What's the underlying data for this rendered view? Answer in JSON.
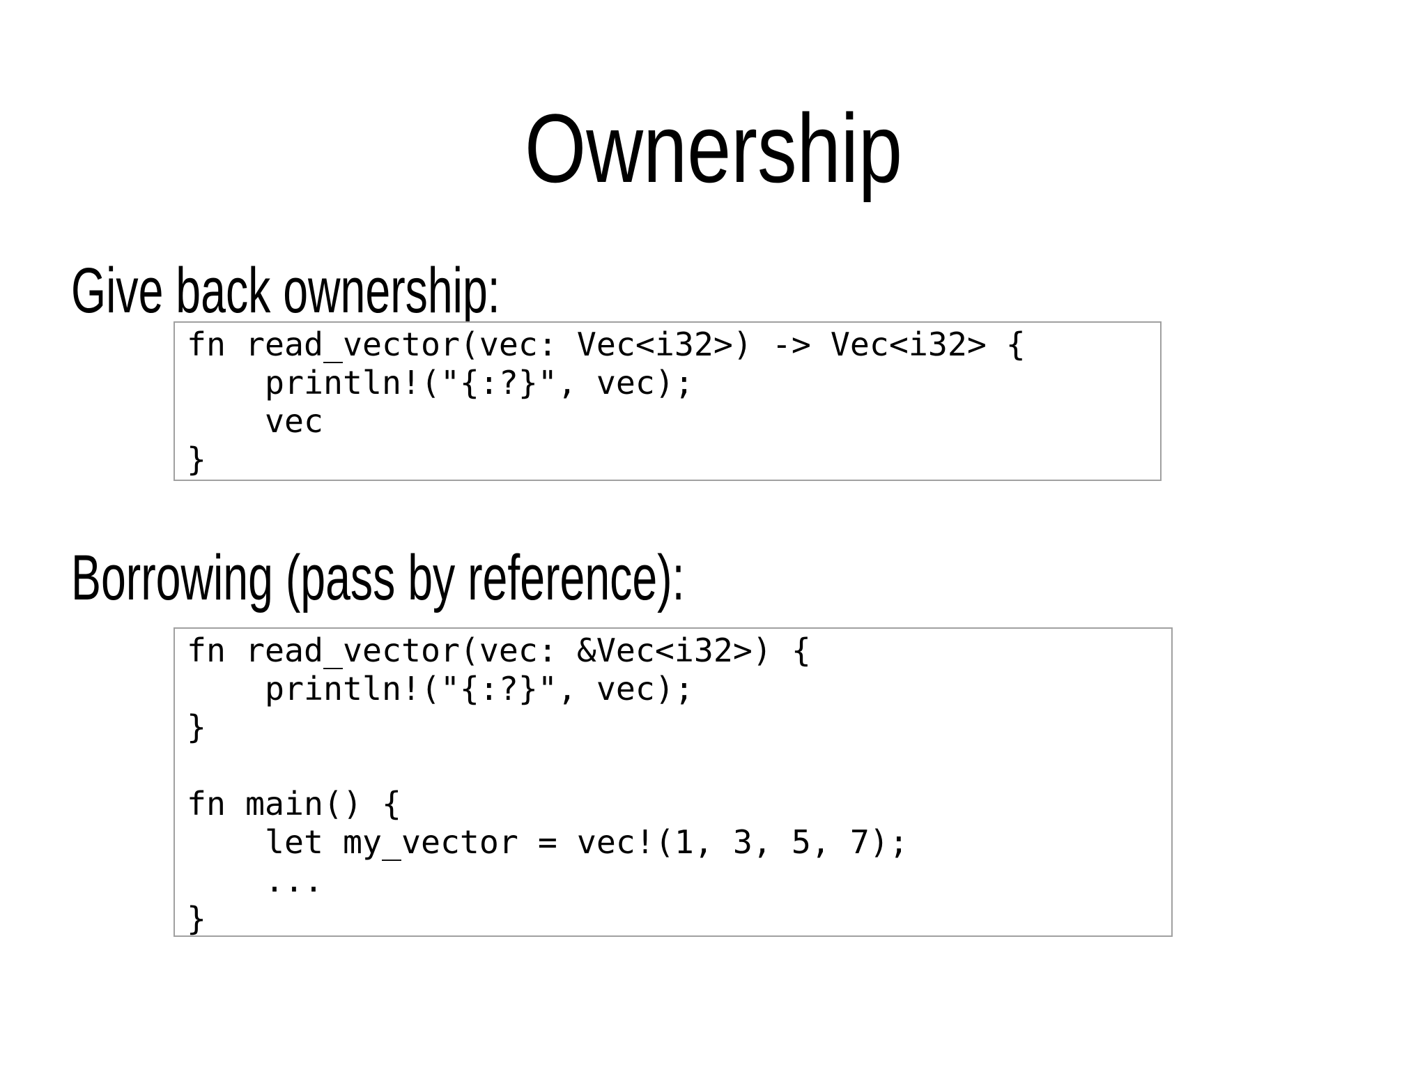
{
  "slide": {
    "title": "Ownership",
    "sections": [
      {
        "heading": "Give back ownership:",
        "code": "fn read_vector(vec: Vec<i32>) -> Vec<i32> {\n    println!(\"{:?}\", vec);\n    vec\n}"
      },
      {
        "heading": "Borrowing (pass by reference):",
        "code": "fn read_vector(vec: &Vec<i32>) {\n    println!(\"{:?}\", vec);\n}\n\nfn main() {\n    let my_vector = vec!(1, 3, 5, 7);\n    ...\n}"
      }
    ]
  },
  "colors": {
    "background": "#ffffff",
    "text": "#000000",
    "code_border": "#a0a0a0"
  }
}
